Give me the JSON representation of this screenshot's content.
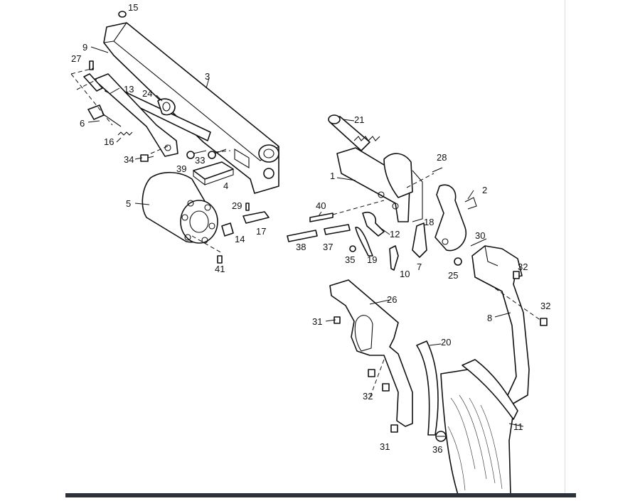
{
  "diagram": {
    "callouts": {
      "p15": "15",
      "p9": "9",
      "p27": "27",
      "p3": "3",
      "p13": "13",
      "p24": "24",
      "p6": "6",
      "p16": "16",
      "p34": "34",
      "p39": "39",
      "p33": "33",
      "p4": "4",
      "p5": "5",
      "p29": "29",
      "p17": "17",
      "p14": "14",
      "p41": "41",
      "p21": "21",
      "p28": "28",
      "p1": "1",
      "p2": "2",
      "p40": "40",
      "p38": "38",
      "p37": "37",
      "p12": "12",
      "p18": "18",
      "p30": "30",
      "p35": "35",
      "p19": "19",
      "p10": "10",
      "p7": "7",
      "p25": "25",
      "p32a": "32",
      "p26": "26",
      "p32b": "32",
      "p31a": "31",
      "p8": "8",
      "p20": "20",
      "p32c": "32",
      "p11": "11",
      "p31b": "31",
      "p36": "36"
    }
  },
  "colors": {
    "line": "#111111",
    "background": "#ffffff",
    "bar": "#2b3138"
  }
}
